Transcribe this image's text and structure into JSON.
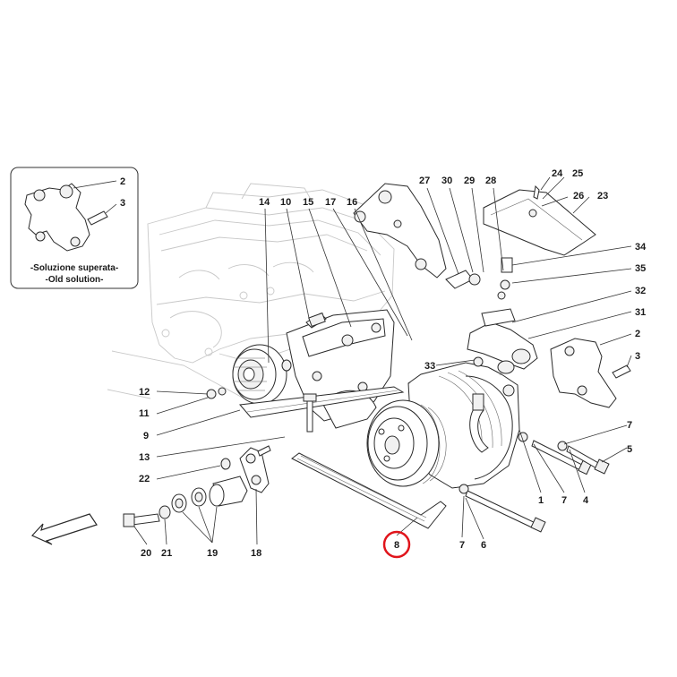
{
  "inset": {
    "caption_it": "-Soluzione superata-",
    "caption_en": "-Old solution-",
    "callouts": [
      "2",
      "3"
    ]
  },
  "callouts": {
    "c1": "1",
    "c2": "2",
    "c3": "3",
    "c4": "4",
    "c5": "5",
    "c6": "6",
    "c7a": "7",
    "c7b": "7",
    "c7c": "7",
    "c8": "8",
    "c9": "9",
    "c10": "10",
    "c11": "11",
    "c12": "12",
    "c13": "13",
    "c14": "14",
    "c15": "15",
    "c16": "16",
    "c17": "17",
    "c18": "18",
    "c19": "19",
    "c20": "20",
    "c21": "21",
    "c22": "22",
    "c23": "23",
    "c24": "24",
    "c25": "25",
    "c26": "26",
    "c27": "27",
    "c28": "28",
    "c29": "29",
    "c30": "30",
    "c31": "31",
    "c32": "32",
    "c33": "33",
    "c34": "34",
    "c35": "35"
  },
  "highlight": {
    "callout": "8",
    "color": "#e0141b"
  },
  "colors": {
    "line": "#2a2a2a",
    "ghost": "#c8c8c8",
    "text": "#1a1a1a"
  },
  "icons": [
    "direction-arrow-icon"
  ]
}
